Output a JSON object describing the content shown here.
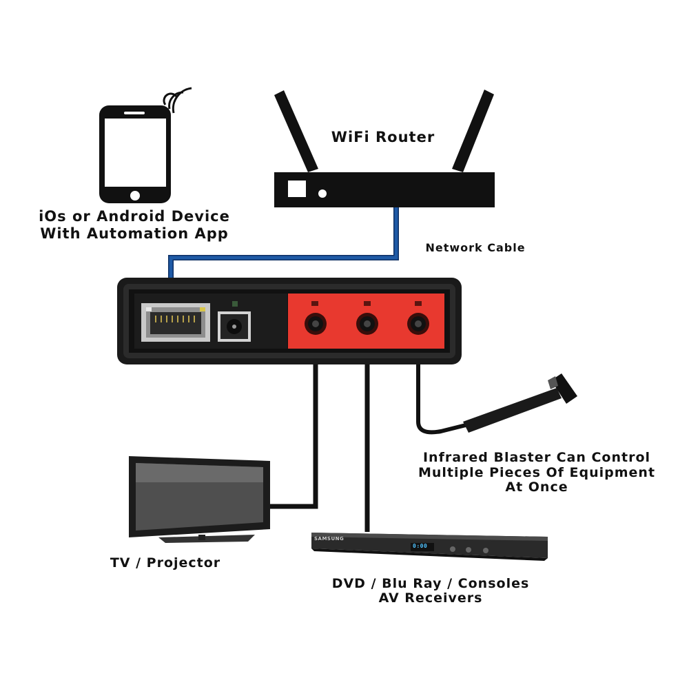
{
  "labels": {
    "router": "WiFi Router",
    "phone_line1": "iOs or Android Device",
    "phone_line2": "With Automation App",
    "network_cable": "Network Cable",
    "blaster_line1": "Infrared Blaster Can Control",
    "blaster_line2": "Multiple Pieces Of Equipment",
    "blaster_line3": "At Once",
    "tv": "TV / Projector",
    "dvd_line1": "DVD / Blu Ray / Consoles",
    "dvd_line2": "AV Receivers"
  },
  "dvd_brand": "SAMSUNG",
  "dvd_display": "0:00",
  "colors": {
    "cable_blue": "#1f5aa6",
    "device_body": "#1a1a1a",
    "ir_panel": "#e8392f",
    "ink": "#111111"
  },
  "icons": [
    "smartphone-icon",
    "wifi-signal-icon",
    "router-icon",
    "ethernet-port-icon",
    "power-jack-icon",
    "ir-port-icon",
    "tv-icon",
    "dvd-player-icon",
    "ir-blaster-icon"
  ]
}
